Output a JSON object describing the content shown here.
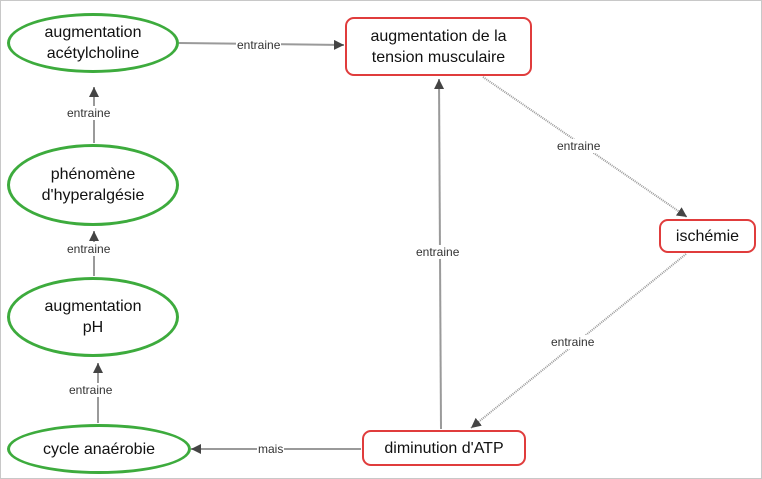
{
  "nodes": {
    "acetylcholine": {
      "line1": "augmentation",
      "line2": "acétylcholine",
      "shape": "ellipse",
      "color": "#3dab3d"
    },
    "hyperalgesie": {
      "line1": "phénomène",
      "line2": "d'hyperalgésie",
      "shape": "ellipse",
      "color": "#3dab3d"
    },
    "ph": {
      "line1": "augmentation",
      "line2": "pH",
      "shape": "ellipse",
      "color": "#3dab3d"
    },
    "anaerobie": {
      "line1": "cycle anaérobie",
      "shape": "ellipse",
      "color": "#3dab3d"
    },
    "tension": {
      "line1": "augmentation de la",
      "line2": "tension musculaire",
      "shape": "rounded-rect",
      "color": "#e03c3c"
    },
    "ischemie": {
      "line1": "ischémie",
      "shape": "rounded-rect",
      "color": "#e03c3c"
    },
    "atp": {
      "line1": "diminution d'ATP",
      "shape": "rounded-rect",
      "color": "#e03c3c"
    }
  },
  "edges": [
    {
      "from": "acetylcholine",
      "to": "tension",
      "label": "entraine"
    },
    {
      "from": "hyperalgesie",
      "to": "acetylcholine",
      "label": "entraine"
    },
    {
      "from": "ph",
      "to": "hyperalgesie",
      "label": "entraine"
    },
    {
      "from": "anaerobie",
      "to": "ph",
      "label": "entraine"
    },
    {
      "from": "tension",
      "to": "ischemie",
      "label": "entraine"
    },
    {
      "from": "ischemie",
      "to": "atp",
      "label": "entraine"
    },
    {
      "from": "atp",
      "to": "tension",
      "label": "entraine"
    },
    {
      "from": "atp",
      "to": "anaerobie",
      "label": "mais"
    }
  ]
}
